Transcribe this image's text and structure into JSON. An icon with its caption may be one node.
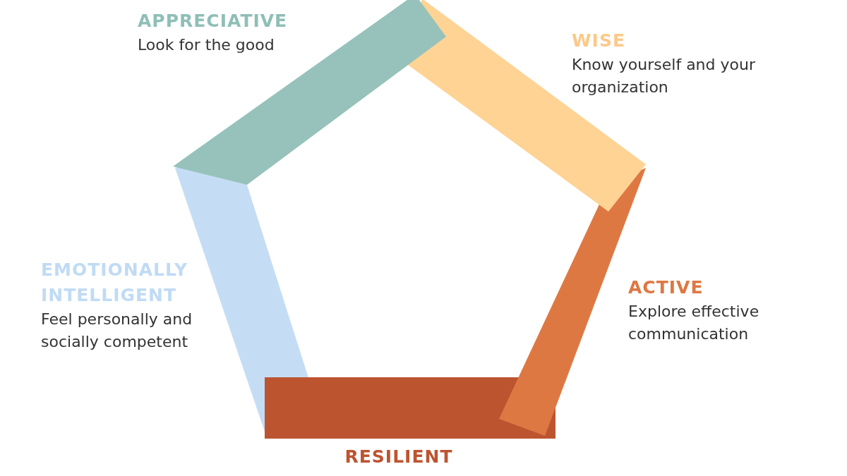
{
  "diagram": {
    "nodes": [
      {
        "text": [
          "APPRECIATIVE",
          "Look for the good"
        ]
      },
      {
        "text": [
          "WISE",
          "Know yourself and your organization"
        ]
      },
      {
        "text": [
          "EMOTIONALLY INTELLIGENT",
          "Feel personally and socially competent"
        ]
      },
      {
        "text": [
          "ACTIVE",
          "Explore effective communication"
        ]
      },
      {
        "text": [
          "RESILIENT"
        ]
      }
    ]
  }
}
